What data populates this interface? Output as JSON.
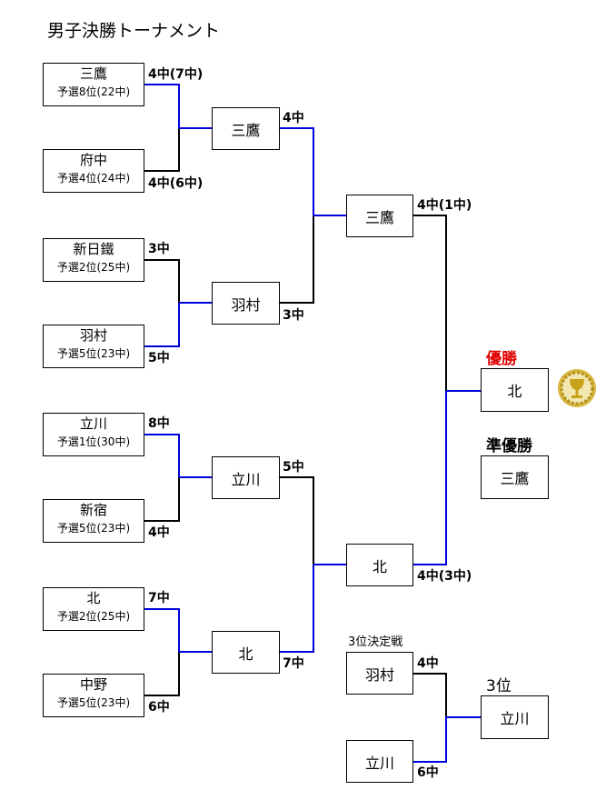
{
  "title": "男子決勝トーナメント",
  "round1": [
    {
      "name": "三鷹",
      "seed": "予選8位(22中)",
      "score": "4中(7中)"
    },
    {
      "name": "府中",
      "seed": "予選4位(24中)",
      "score": "4中(6中)"
    },
    {
      "name": "新日鐵",
      "seed": "予選2位(25中)",
      "score": "3中"
    },
    {
      "name": "羽村",
      "seed": "予選5位(23中)",
      "score": "5中"
    },
    {
      "name": "立川",
      "seed": "予選1位(30中)",
      "score": "8中"
    },
    {
      "name": "新宿",
      "seed": "予選5位(23中)",
      "score": "4中"
    },
    {
      "name": "北",
      "seed": "予選2位(25中)",
      "score": "7中"
    },
    {
      "name": "中野",
      "seed": "予選5位(23中)",
      "score": "6中"
    }
  ],
  "round2": [
    {
      "name": "三鷹",
      "score": "4中"
    },
    {
      "name": "羽村",
      "score": "3中"
    },
    {
      "name": "立川",
      "score": "5中"
    },
    {
      "name": "北",
      "score": "7中"
    }
  ],
  "semifinal": [
    {
      "name": "三鷹",
      "score": "4中(1中)"
    },
    {
      "name": "北",
      "score": "4中(3中)"
    }
  ],
  "champion": {
    "label": "優勝",
    "name": "北"
  },
  "runner_up": {
    "label": "準優勝",
    "name": "三鷹"
  },
  "third_place_match": {
    "label": "3位決定戦",
    "teams": [
      {
        "name": "羽村",
        "score": "4中"
      },
      {
        "name": "立川",
        "score": "6中"
      }
    ],
    "result_label": "3位",
    "winner": "立川"
  },
  "colors": {
    "winner_line": "#0000dd",
    "loser_line": "#000000",
    "champion_label": "#e00000",
    "trophy": "#c9a21a"
  },
  "icons": {
    "trophy": "trophy-icon"
  }
}
